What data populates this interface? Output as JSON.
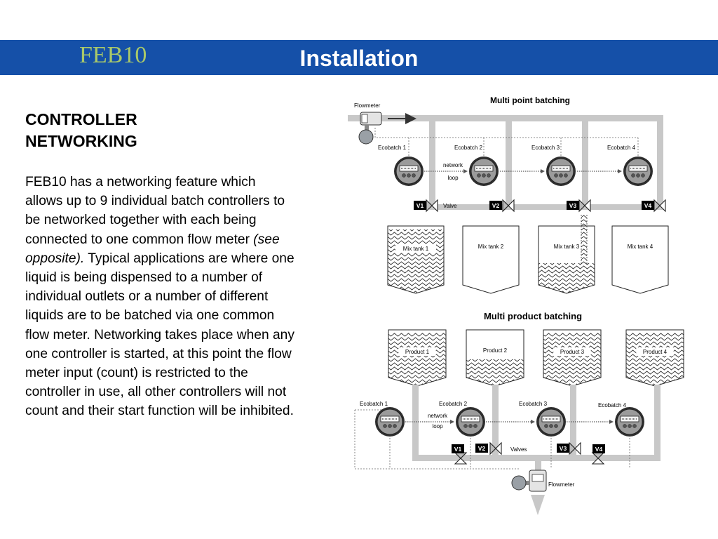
{
  "header": {
    "brand": "FEB10",
    "title": "Installation"
  },
  "article": {
    "heading_line1": "CONTROLLER",
    "heading_line2": "NETWORKING",
    "para_before": "FEB10 has a networking feature which allows up to 9 individual batch controllers to be networked together with each being connected to one common flow meter ",
    "para_emph": "(see opposite).",
    "para_after": " Typical applications are where one liquid is being dispensed to a number of individual outlets or a number of different liquids are to be batched via one common flow meter. Networking takes place when any one controller is started, at this point the flow meter input (count) is restricted to the controller in use, all other controllers will not count and their start function will be inhibited."
  },
  "diagram1": {
    "title": "Multi point batching",
    "flowmeter_label": "Flowmeter",
    "controllers": [
      "Ecobatch 1",
      "Ecobatch 2",
      "Ecobatch 3",
      "Ecobatch 4"
    ],
    "network_line1": "network",
    "network_line2": "loop",
    "valves": [
      "V1",
      "V2",
      "V3",
      "V4"
    ],
    "valve_label": "Valve",
    "tanks": [
      "Mix tank 1",
      "Mix tank 2",
      "Mix tank 3",
      "Mix tank 4"
    ]
  },
  "diagram2": {
    "title": "Multi product batching",
    "products": [
      "Product 1",
      "Product 2",
      "Product 3",
      "Product 4"
    ],
    "controllers": [
      "Ecobatch 1",
      "Ecobatch 2",
      "Ecobatch 3",
      "Ecobatch 4"
    ],
    "network_line1": "network",
    "network_line2": "loop",
    "valves": [
      "V1",
      "V2",
      "V3",
      "V4"
    ],
    "valves_label": "Valves",
    "flowmeter_label": "Flowmeter"
  },
  "colors": {
    "header_bg": "#1550a8",
    "brand": "#a9c96a",
    "pipe": "#c8c8c8"
  }
}
